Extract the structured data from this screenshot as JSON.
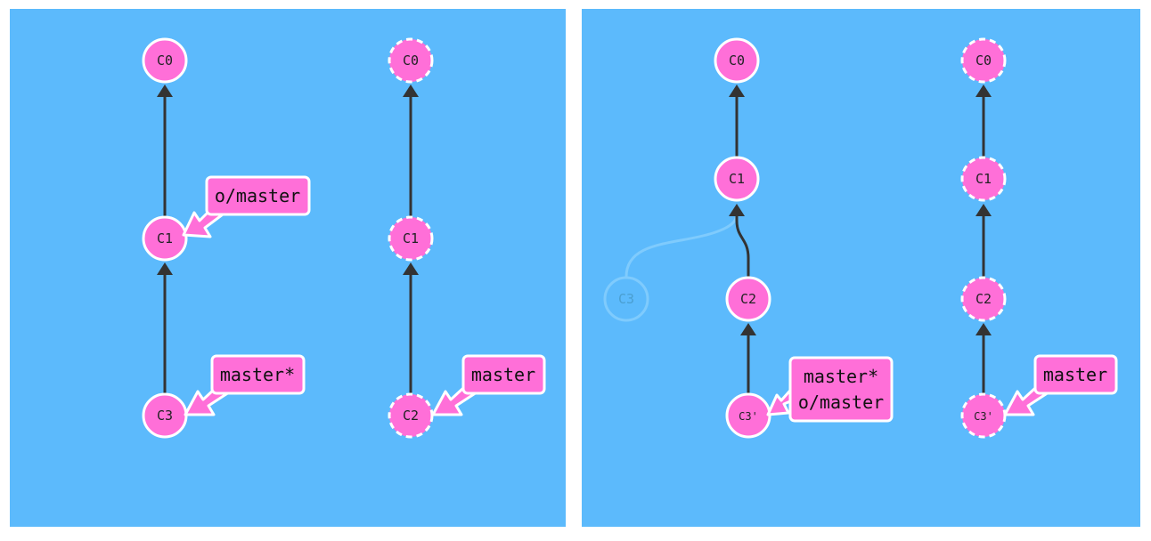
{
  "colors": {
    "background": "#5cbafc",
    "commit_fill": "#ff6fd8",
    "commit_stroke": "#ffffff",
    "ghost_fill": "#5cbafc",
    "ghost_stroke": "#7fcbfd",
    "edge": "#333333",
    "ref_fill": "#ff6fd8"
  },
  "left_panel": {
    "local": {
      "commits": {
        "c0": "C0",
        "c1": "C1",
        "c3": "C3"
      },
      "refs": {
        "o_master": "o/master",
        "master": "master*"
      }
    },
    "remote": {
      "commits": {
        "c0": "C0",
        "c1": "C1",
        "c2": "C2"
      },
      "refs": {
        "master": "master"
      }
    }
  },
  "right_panel": {
    "local": {
      "commits": {
        "c0": "C0",
        "c1": "C1",
        "c2": "C2",
        "c3_orphan": "C3",
        "c3_prime": "C3'"
      },
      "refs": {
        "master": "master*",
        "o_master": "o/master"
      }
    },
    "remote": {
      "commits": {
        "c0": "C0",
        "c1": "C1",
        "c2": "C2",
        "c3_prime": "C3'"
      },
      "refs": {
        "master": "master"
      }
    }
  }
}
